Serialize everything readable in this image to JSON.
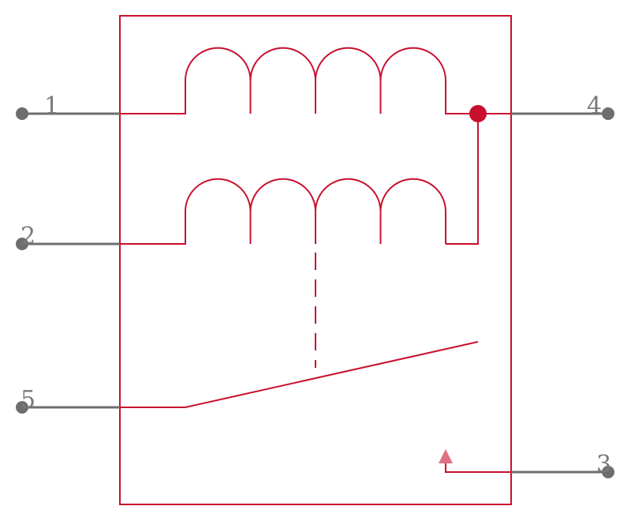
{
  "component": {
    "type": "relay",
    "pins": [
      {
        "number": "1",
        "side": "left"
      },
      {
        "number": "2",
        "side": "left"
      },
      {
        "number": "5",
        "side": "left"
      },
      {
        "number": "4",
        "side": "right"
      },
      {
        "number": "3",
        "side": "right"
      }
    ]
  },
  "colors": {
    "body": "#c8102e",
    "pin": "#6e6e6e",
    "marker": "#e07080"
  }
}
